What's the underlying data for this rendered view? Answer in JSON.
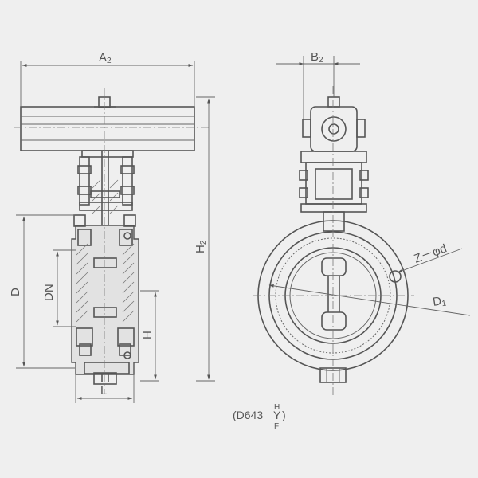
{
  "labels": {
    "A": "A",
    "A_sub": "2",
    "B": "B",
    "B_sub": "2",
    "H2": "H",
    "H2_sub": "2",
    "D": "D",
    "DN": "DN",
    "H": "H",
    "L": "L",
    "Z": "Z－φd",
    "D1": "D",
    "D1_sub": "1"
  },
  "caption": {
    "main": "(D643",
    "sup": "H",
    "mid": "Y",
    "close": ")",
    "sub": "F"
  }
}
